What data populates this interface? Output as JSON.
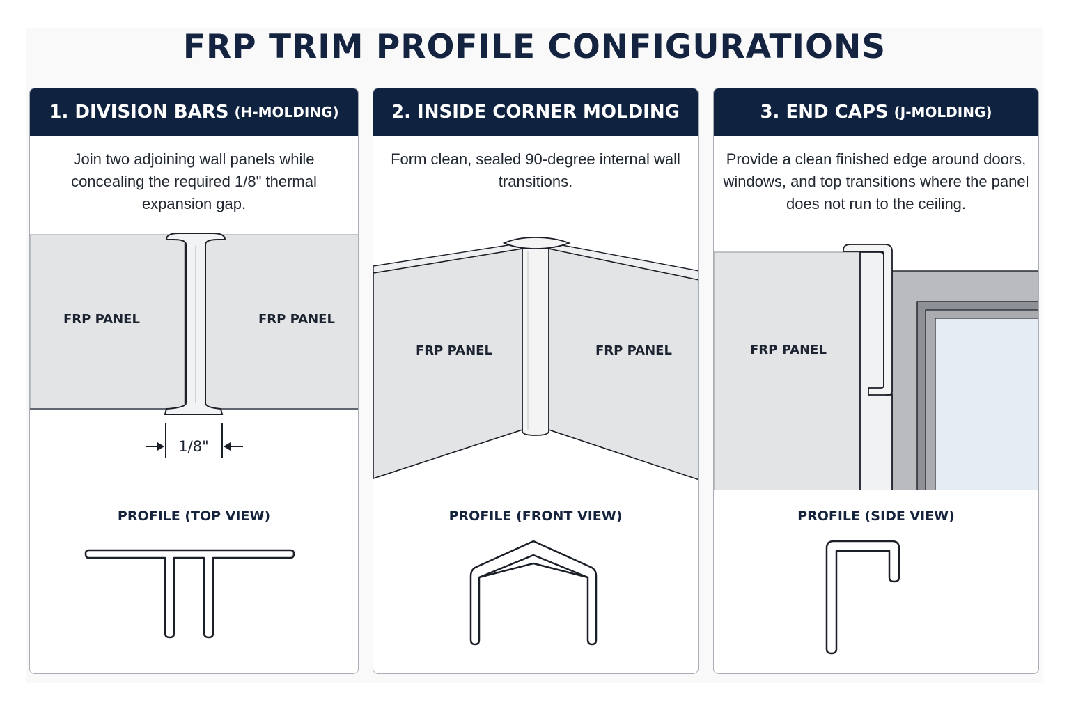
{
  "title": "FRP TRIM PROFILE CONFIGURATIONS",
  "cards": [
    {
      "number_title": "1. DIVISION BARS",
      "subtitle": "(H-MOLDING)",
      "description": "Join two adjoining wall panels while concealing the required 1/8\" thermal expansion gap.",
      "panel_left_label": "FRP PANEL",
      "panel_right_label": "FRP PANEL",
      "gap_dimension": "1/8\"",
      "profile_label": "PROFILE (TOP VIEW)",
      "profile_icon": "h-molding-profile"
    },
    {
      "number_title": "2. INSIDE CORNER MOLDING",
      "subtitle": "",
      "description": "Form clean, sealed 90-degree internal wall transitions.",
      "panel_left_label": "FRP PANEL",
      "panel_right_label": "FRP PANEL",
      "profile_label": "PROFILE (FRONT VIEW)",
      "profile_icon": "inside-corner-profile"
    },
    {
      "number_title": "3. END CAPS",
      "subtitle": "(J-MOLDING)",
      "description": "Provide a clean finished edge around doors, windows, and top transitions where the panel does not run to the ceiling.",
      "panel_label": "FRP PANEL",
      "profile_label": "PROFILE (SIDE VIEW)",
      "profile_icon": "j-molding-profile"
    }
  ],
  "colors": {
    "header_bg": "#0f2340",
    "panel_fill": "#e3e4e6",
    "outline": "#1b1f27",
    "window_glass": "#e5ecf3",
    "frame_gray": "#b9bbbf"
  }
}
